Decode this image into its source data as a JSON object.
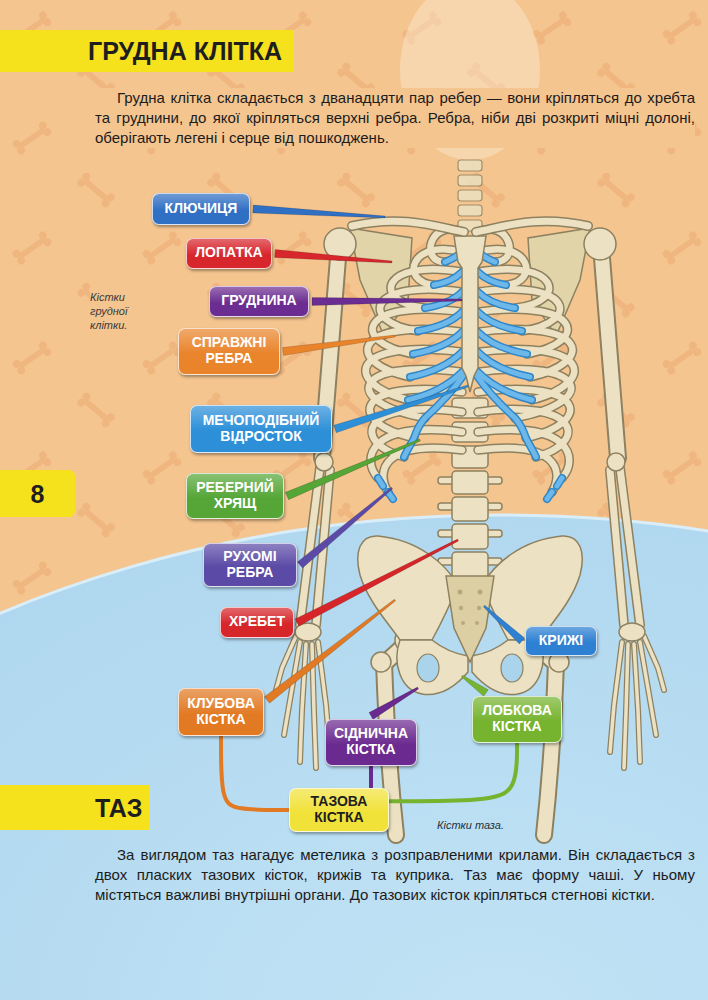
{
  "diagram": {
    "nodes": [
      {
        "text": [
          "ГРУДНА КЛІТКА"
        ]
      },
      {
        "text": [
          "КЛЮЧИЦЯ"
        ]
      },
      {
        "text": [
          "ЛОПАТКА"
        ]
      },
      {
        "text": [
          "ГРУДНИНА"
        ]
      },
      {
        "text": [
          "СПРАВЖНІ РЕБРА"
        ]
      },
      {
        "text": [
          "МЕЧОПОДІБНИЙ ВІДРОСТОК"
        ]
      },
      {
        "text": [
          "8"
        ]
      },
      {
        "text": [
          "РЕБЕРНИЙ ХРЯЩ"
        ]
      },
      {
        "text": [
          "РУХОМІ РЕБРА"
        ]
      },
      {
        "text": [
          "ХРЕБЕТ"
        ]
      },
      {
        "text": [
          "КРИЖІ"
        ]
      },
      {
        "text": [
          "КЛУБОВА КІСТКА"
        ]
      },
      {
        "text": [
          "СІДНИЧНА КІСТКА"
        ]
      },
      {
        "text": [
          "ЛОБКОВА КІСТКА"
        ]
      },
      {
        "text": [
          "ТАЗ"
        ]
      },
      {
        "text": [
          "ТАЗОВА КІСТКА"
        ]
      }
    ],
    "edges": [
      {
        "from": 11,
        "to": 15,
        "arrow": "none"
      },
      {
        "from": 12,
        "to": 15,
        "arrow": "none"
      },
      {
        "from": 13,
        "to": 15,
        "arrow": "none"
      }
    ],
    "labels": [
      "Грудна клітка складається з дванадцяти пар ребер — вони кріпляться до хребта та груднини, до якої кріпляться верхні ребра. Ребра, ніби дві розкриті міцні долоні, оберігають легені і серце від пошкоджень.",
      "Кістки грудної клітки.",
      "Кістки таза.",
      "За виглядом таз нагадує метелика з розправленими крилами. Він складається з двох пласких тазових кісток, крижів та куприка. Таз має форму чаші. У ньому містяться важливі внутрішні органи. До тазових кісток кріпляться стегнові кістки."
    ]
  }
}
